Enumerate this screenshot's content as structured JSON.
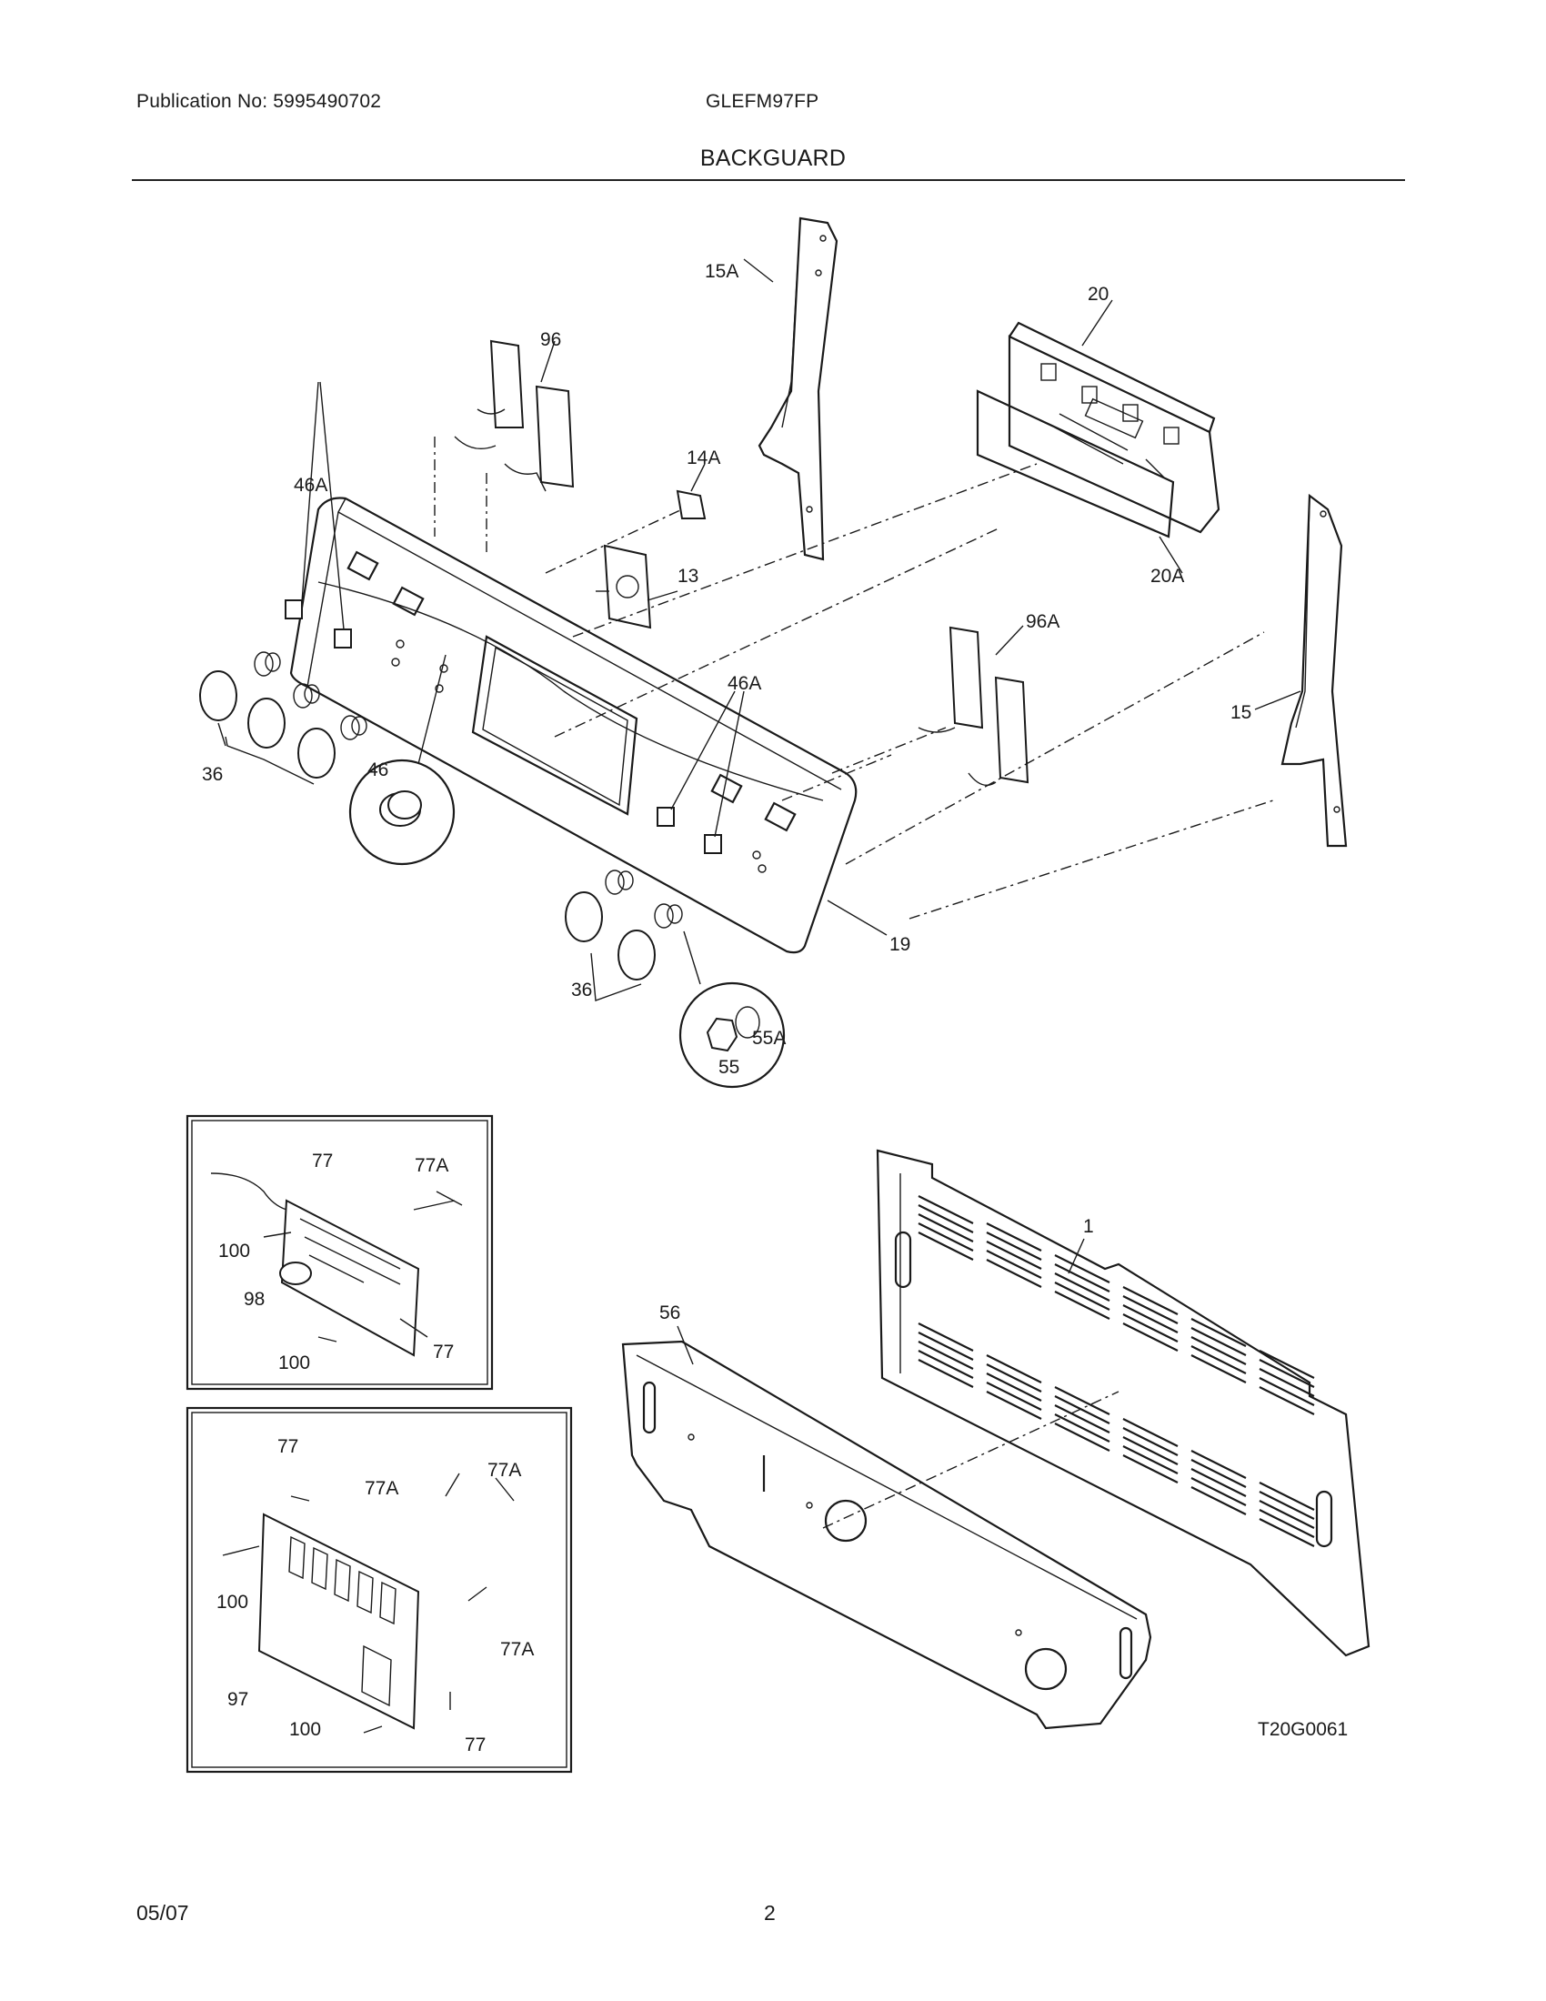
{
  "header": {
    "publication": "Publication No: 5995490702",
    "model": "GLEFM97FP",
    "section_title": "BACKGUARD"
  },
  "footer": {
    "date": "05/07",
    "page": "2"
  },
  "diagram_code": "T20G0061",
  "callouts": {
    "c15A": "15A",
    "c20": "20",
    "c96": "96",
    "c14A": "14A",
    "c46A_left": "46A",
    "c13": "13",
    "c20A": "20A",
    "c96A": "96A",
    "c46A_right": "46A",
    "c15": "15",
    "c36_left": "36",
    "c46": "46",
    "c19": "19",
    "c36_right": "36",
    "c55A": "55A",
    "c55": "55",
    "i1_77": "77",
    "i1_77A": "77A",
    "i1_100a": "100",
    "i1_98": "98",
    "i1_100b": "100",
    "i1_77b": "77",
    "i2_77": "77",
    "i2_77A_a": "77A",
    "i2_77A_b": "77A",
    "i2_100a": "100",
    "i2_77A_c": "77A",
    "i2_97": "97",
    "i2_100b": "100",
    "i2_77b": "77",
    "c1": "1",
    "c56": "56"
  }
}
